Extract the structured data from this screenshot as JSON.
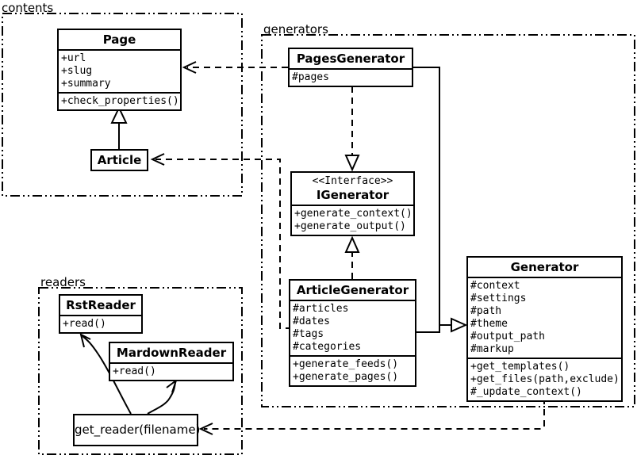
{
  "packages": {
    "contents": {
      "label": "contents"
    },
    "generators": {
      "label": "generators"
    },
    "readers": {
      "label": "readers"
    }
  },
  "classes": {
    "page": {
      "name": "Page",
      "attributes": [
        "+url",
        "+slug",
        "+summary"
      ],
      "methods": [
        "+check_properties()"
      ]
    },
    "article": {
      "name": "Article"
    },
    "pages_generator": {
      "name": "PagesGenerator",
      "attributes": [
        "#pages"
      ]
    },
    "igenerator": {
      "stereotype": "<<Interface>>",
      "name": "IGenerator",
      "methods": [
        "+generate_context()",
        "+generate_output()"
      ]
    },
    "article_generator": {
      "name": "ArticleGenerator",
      "attributes": [
        "#articles",
        "#dates",
        "#tags",
        "#categories"
      ],
      "methods": [
        "+generate_feeds()",
        "+generate_pages()"
      ]
    },
    "generator": {
      "name": "Generator",
      "attributes": [
        "#context",
        "#settings",
        "#path",
        "#theme",
        "#output_path",
        "#markup"
      ],
      "methods": [
        "+get_templates()",
        "+get_files(path,exclude)",
        "#_update_context()"
      ]
    },
    "rst_reader": {
      "name": "RstReader",
      "methods": [
        "+read()"
      ]
    },
    "mardown_reader": {
      "name": "MardownReader",
      "methods": [
        "+read()"
      ]
    },
    "get_reader": {
      "name": "get_reader(filename)"
    }
  },
  "relationships": [
    {
      "from": "PagesGenerator",
      "to": "Page",
      "type": "dependency-dashed"
    },
    {
      "from": "ArticleGenerator",
      "to": "Article",
      "type": "dependency-dashed"
    },
    {
      "from": "PagesGenerator",
      "to": "IGenerator",
      "type": "realization-dashed-hollow-triangle"
    },
    {
      "from": "ArticleGenerator",
      "to": "IGenerator",
      "type": "realization-dashed-hollow-triangle"
    },
    {
      "from": "Article",
      "to": "Page",
      "type": "inheritance-hollow-triangle"
    },
    {
      "from": "PagesGenerator",
      "to": "Generator",
      "type": "inheritance-hollow-triangle"
    },
    {
      "from": "ArticleGenerator",
      "to": "Generator",
      "type": "inheritance-hollow-triangle"
    },
    {
      "from": "Generator",
      "to": "get_reader(filename)",
      "type": "dependency-dashed"
    },
    {
      "from": "get_reader(filename)",
      "to": "RstReader",
      "type": "arrow-curved"
    },
    {
      "from": "get_reader(filename)",
      "to": "MardownReader",
      "type": "arrow-curved"
    }
  ],
  "colors": {
    "line": "#000000",
    "background": "#ffffff"
  }
}
